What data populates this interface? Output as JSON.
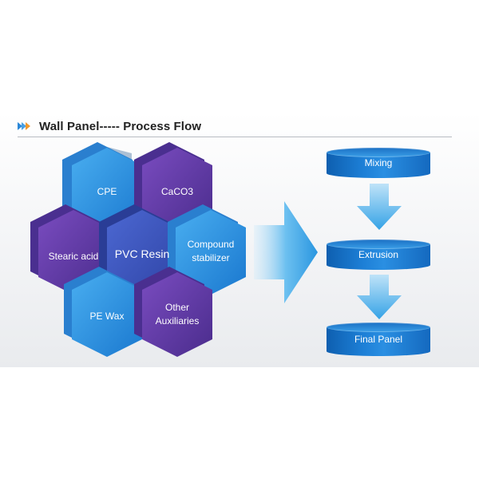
{
  "header": {
    "title": "Wall Panel----- Process Flow"
  },
  "ingredients": {
    "center": "PVC Resin",
    "cpe": "CPE",
    "caco3": "CaCO3",
    "stearic": "Stearic acid",
    "compound_line1": "Compound",
    "compound_line2": "stabilizer",
    "pewax": "PE Wax",
    "other_line1": "Other",
    "other_line2": "Auxiliaries"
  },
  "process": {
    "steps": [
      "Mixing",
      "Extrusion",
      "Final Panel"
    ]
  },
  "colors": {
    "blue": "#1e86d9",
    "purple": "#5b3aa0",
    "center_blue": "#3f56c2",
    "accent_orange": "#f29a2e"
  }
}
